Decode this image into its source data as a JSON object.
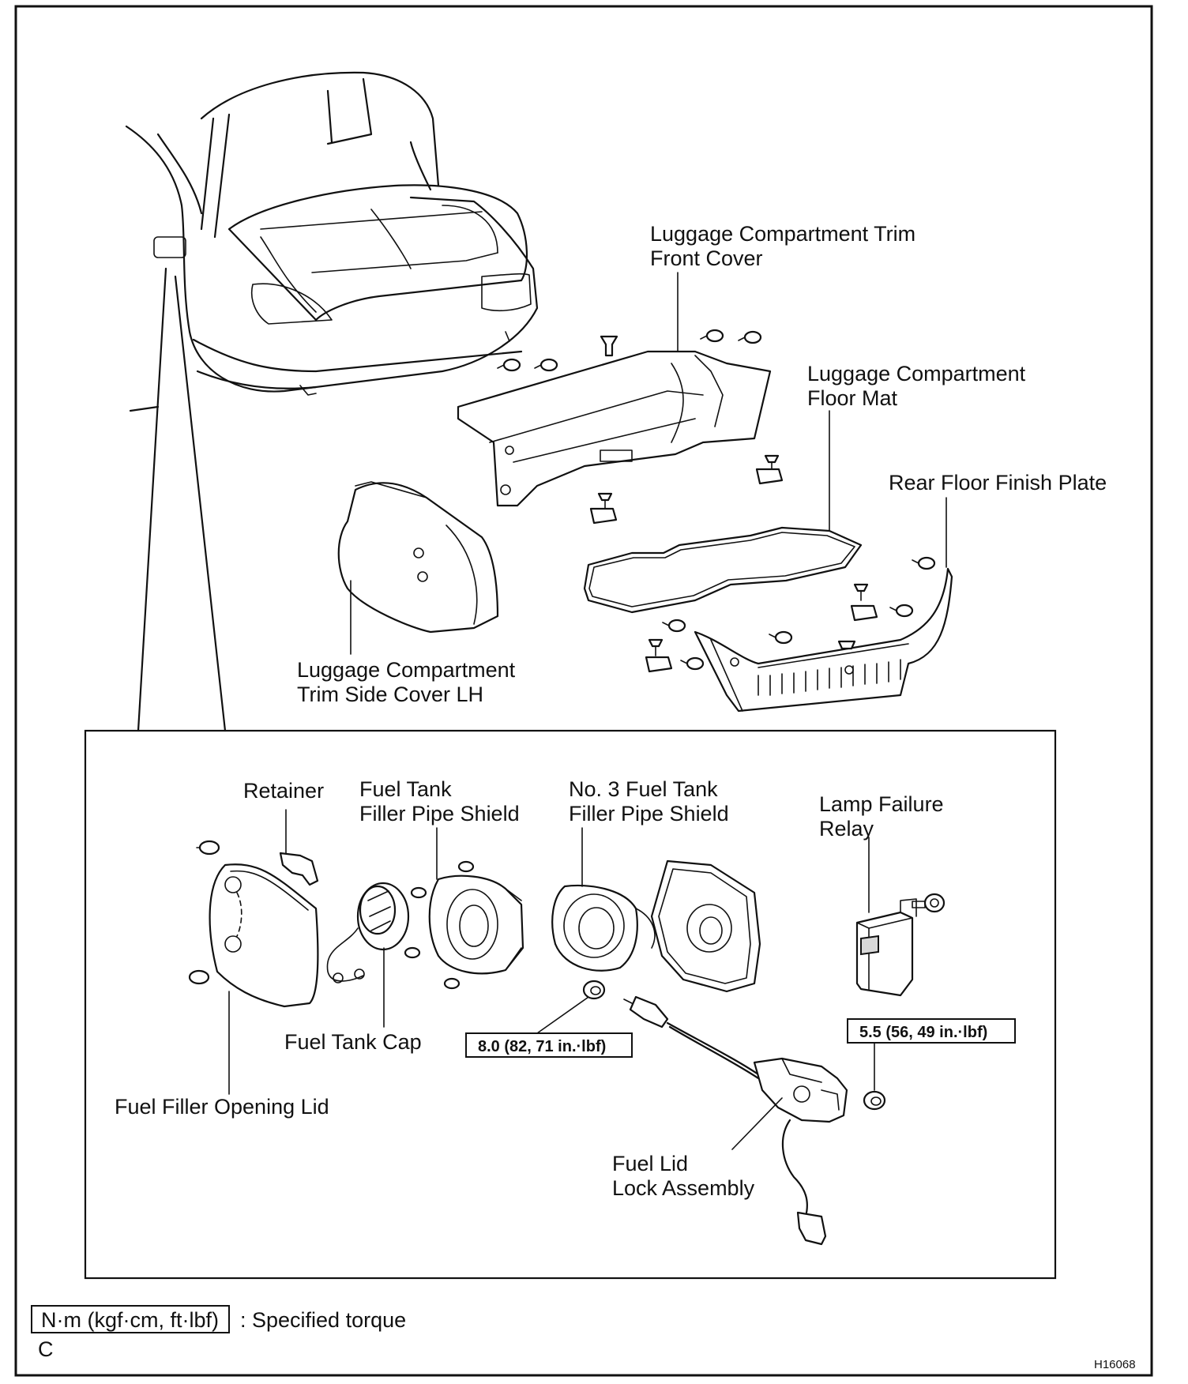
{
  "labels": {
    "trim_front_cover_1": "Luggage Compartment Trim",
    "trim_front_cover_2": "Front Cover",
    "floor_mat_1": "Luggage Compartment",
    "floor_mat_2": "Floor Mat",
    "rear_floor_plate": "Rear Floor Finish Plate",
    "side_cover_1": "Luggage Compartment",
    "side_cover_2": "Trim Side Cover LH",
    "retainer": "Retainer",
    "filler_pipe_shield_1": "Fuel Tank",
    "filler_pipe_shield_2": "Filler Pipe Shield",
    "no3_shield_1": "No. 3 Fuel Tank",
    "no3_shield_2": "Filler Pipe Shield",
    "lamp_relay_1": "Lamp Failure",
    "lamp_relay_2": "Relay",
    "fuel_tank_cap": "Fuel Tank Cap",
    "fuel_filler_lid": "Fuel Filler Opening Lid",
    "fuel_lid_lock_1": "Fuel Lid",
    "fuel_lid_lock_2": "Lock Assembly"
  },
  "torque": {
    "spec_1": "8.0 (82, 71 in.·lbf)",
    "spec_2": "5.5 (56, 49 in.·lbf)"
  },
  "legend": {
    "unit_box": "N·m (kgf·cm, ft·lbf)",
    "description": ": Specified torque"
  },
  "footer": {
    "letter": "C",
    "figure_id": "H16068"
  }
}
